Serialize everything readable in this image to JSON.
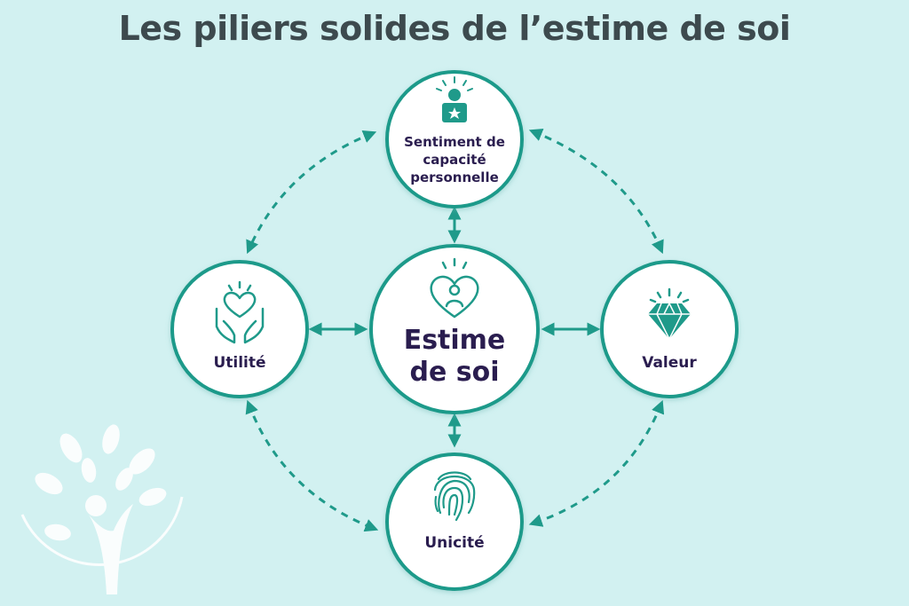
{
  "title": "Les piliers solides de l’estime de soi",
  "colors": {
    "background": "#d2f1f1",
    "accent": "#1f9a8a",
    "text_dark": "#2a1d4f",
    "title": "#3d4a4e",
    "node_fill": "#ffffff"
  },
  "nodes": {
    "center": {
      "label_line1": "Estime",
      "label_line2": "de soi",
      "icon": "heart-person-icon"
    },
    "top": {
      "label_line1": "Sentiment de",
      "label_line2": "capacité",
      "label_line3": "personnelle",
      "icon": "person-star-icon"
    },
    "left": {
      "label": "Utilité",
      "icon": "hands-heart-icon"
    },
    "right": {
      "label": "Valeur",
      "icon": "diamond-icon"
    },
    "bottom": {
      "label": "Unicité",
      "icon": "fingerprint-icon"
    }
  },
  "watermark": {
    "icon": "tree-logo-icon"
  }
}
